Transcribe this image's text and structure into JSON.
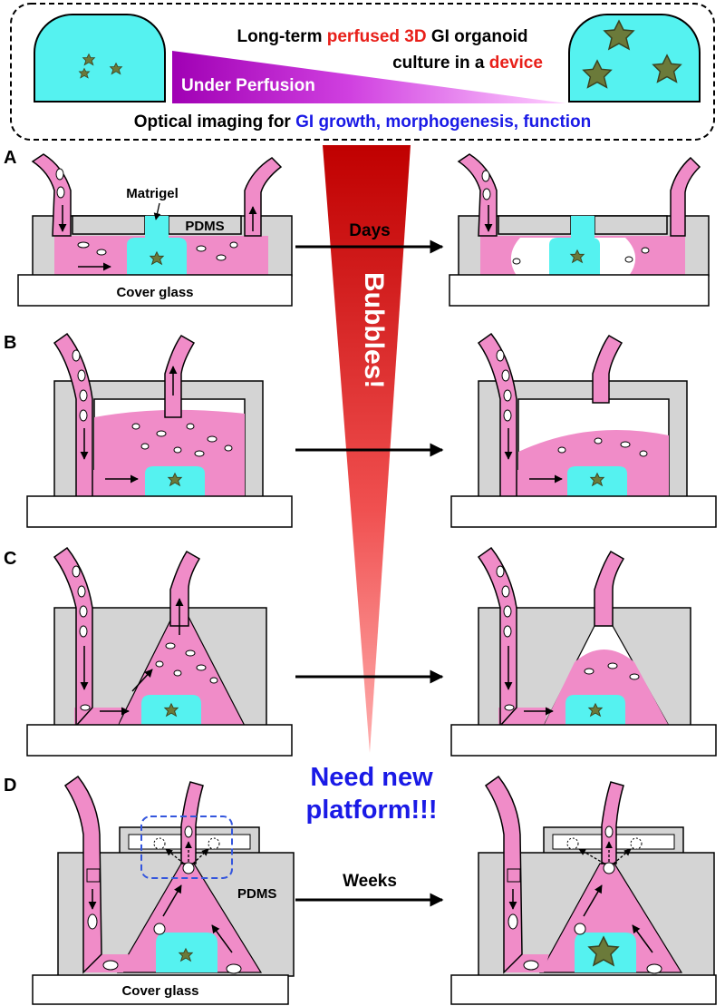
{
  "header": {
    "title_parts": {
      "p1": "Long-term ",
      "p2": "perfused 3D",
      "p3": " GI organoid",
      "p4": "culture in a ",
      "p5": "device"
    },
    "perfusion_label": "Under Perfusion",
    "imaging_parts": {
      "p1": "Optical imaging for ",
      "p2": "GI growth, morphogenesis, function"
    }
  },
  "center": {
    "bubbles_label": "Bubbles!",
    "need_line1": "Need new",
    "need_line2": "platform!!!"
  },
  "panels": {
    "a": {
      "letter": "A",
      "matrigel": "Matrigel",
      "pdms": "PDMS",
      "arrow": "Days",
      "glass": "Cover glass"
    },
    "b": {
      "letter": "B"
    },
    "c": {
      "letter": "C"
    },
    "d": {
      "letter": "D",
      "pdms": "PDMS",
      "arrow": "Weeks",
      "glass": "Cover glass"
    }
  },
  "colors": {
    "medium": "#f08cc8",
    "matrigel": "#55f2f0",
    "pdms": "#d4d4d4",
    "organoid": "#6b7a3a",
    "red_text": "#e8201a",
    "blue_text": "#1a1ae6",
    "dashed_box": "#3355dd",
    "gradient_top": "#c00000",
    "gradient_bottom": "#ff9a9a",
    "purple": "#a000b4"
  }
}
